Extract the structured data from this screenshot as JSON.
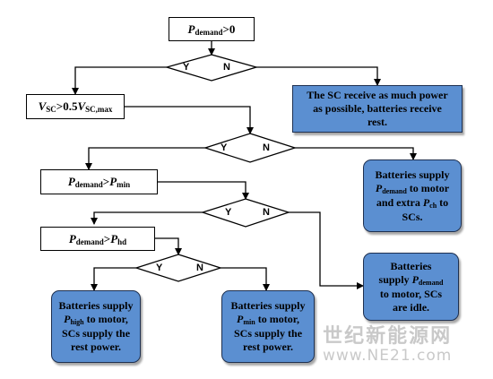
{
  "nodes": {
    "start": {
      "symbol": "P",
      "sub": "demand",
      "rest": ">0"
    },
    "vsc": {
      "symbol": "V",
      "sub": "SC",
      "rest": ">0.5",
      "symbol2": "V",
      "sub2": "SC,max"
    },
    "pmin_cond": {
      "symbol": "P",
      "sub": "demand",
      "rest": ">",
      "symbol2": "P",
      "sub2": "min"
    },
    "phd_cond": {
      "symbol": "P",
      "sub": "demand",
      "rest": ">",
      "symbol2": "P",
      "sub2": "hd"
    }
  },
  "decisions": {
    "yes_label": "Y",
    "no_label": "N"
  },
  "actions": {
    "sc_receive": {
      "line1": "The SC receive as much power",
      "line2": "as possible, batteries receive",
      "line3": "rest."
    },
    "charge_sc": {
      "line1": "Batteries supply",
      "line2_sym": "P",
      "line2_sub": "demand",
      "line2_rest": " to motor",
      "line3_pre": "and extra ",
      "line3_sym": "P",
      "line3_sub": "ch",
      "line3_rest": " to",
      "line4": "SCs."
    },
    "sc_idle": {
      "line1": "Batteries",
      "line2_pre": "supply ",
      "line2_sym": "P",
      "line2_sub": "demand",
      "line3": "to motor, SCs",
      "line4": "are idle."
    },
    "high_power": {
      "line1": "Batteries supply",
      "line2_sym": "P",
      "line2_sub": "high",
      "line2_rest": "  to motor,",
      "line3": "SCs supply the",
      "line4": "rest power."
    },
    "min_power": {
      "line1": "Batteries supply",
      "line2_sym": "P",
      "line2_sub": "min",
      "line2_rest": " to motor,",
      "line3": "SCs supply the",
      "line4": "rest power."
    }
  },
  "watermark": {
    "chinese": "世纪新能源网",
    "url": "www.NE21.com"
  },
  "colors": {
    "action_fill": "#5b8fd1",
    "action_border": "#1e3050",
    "line": "#000000"
  }
}
